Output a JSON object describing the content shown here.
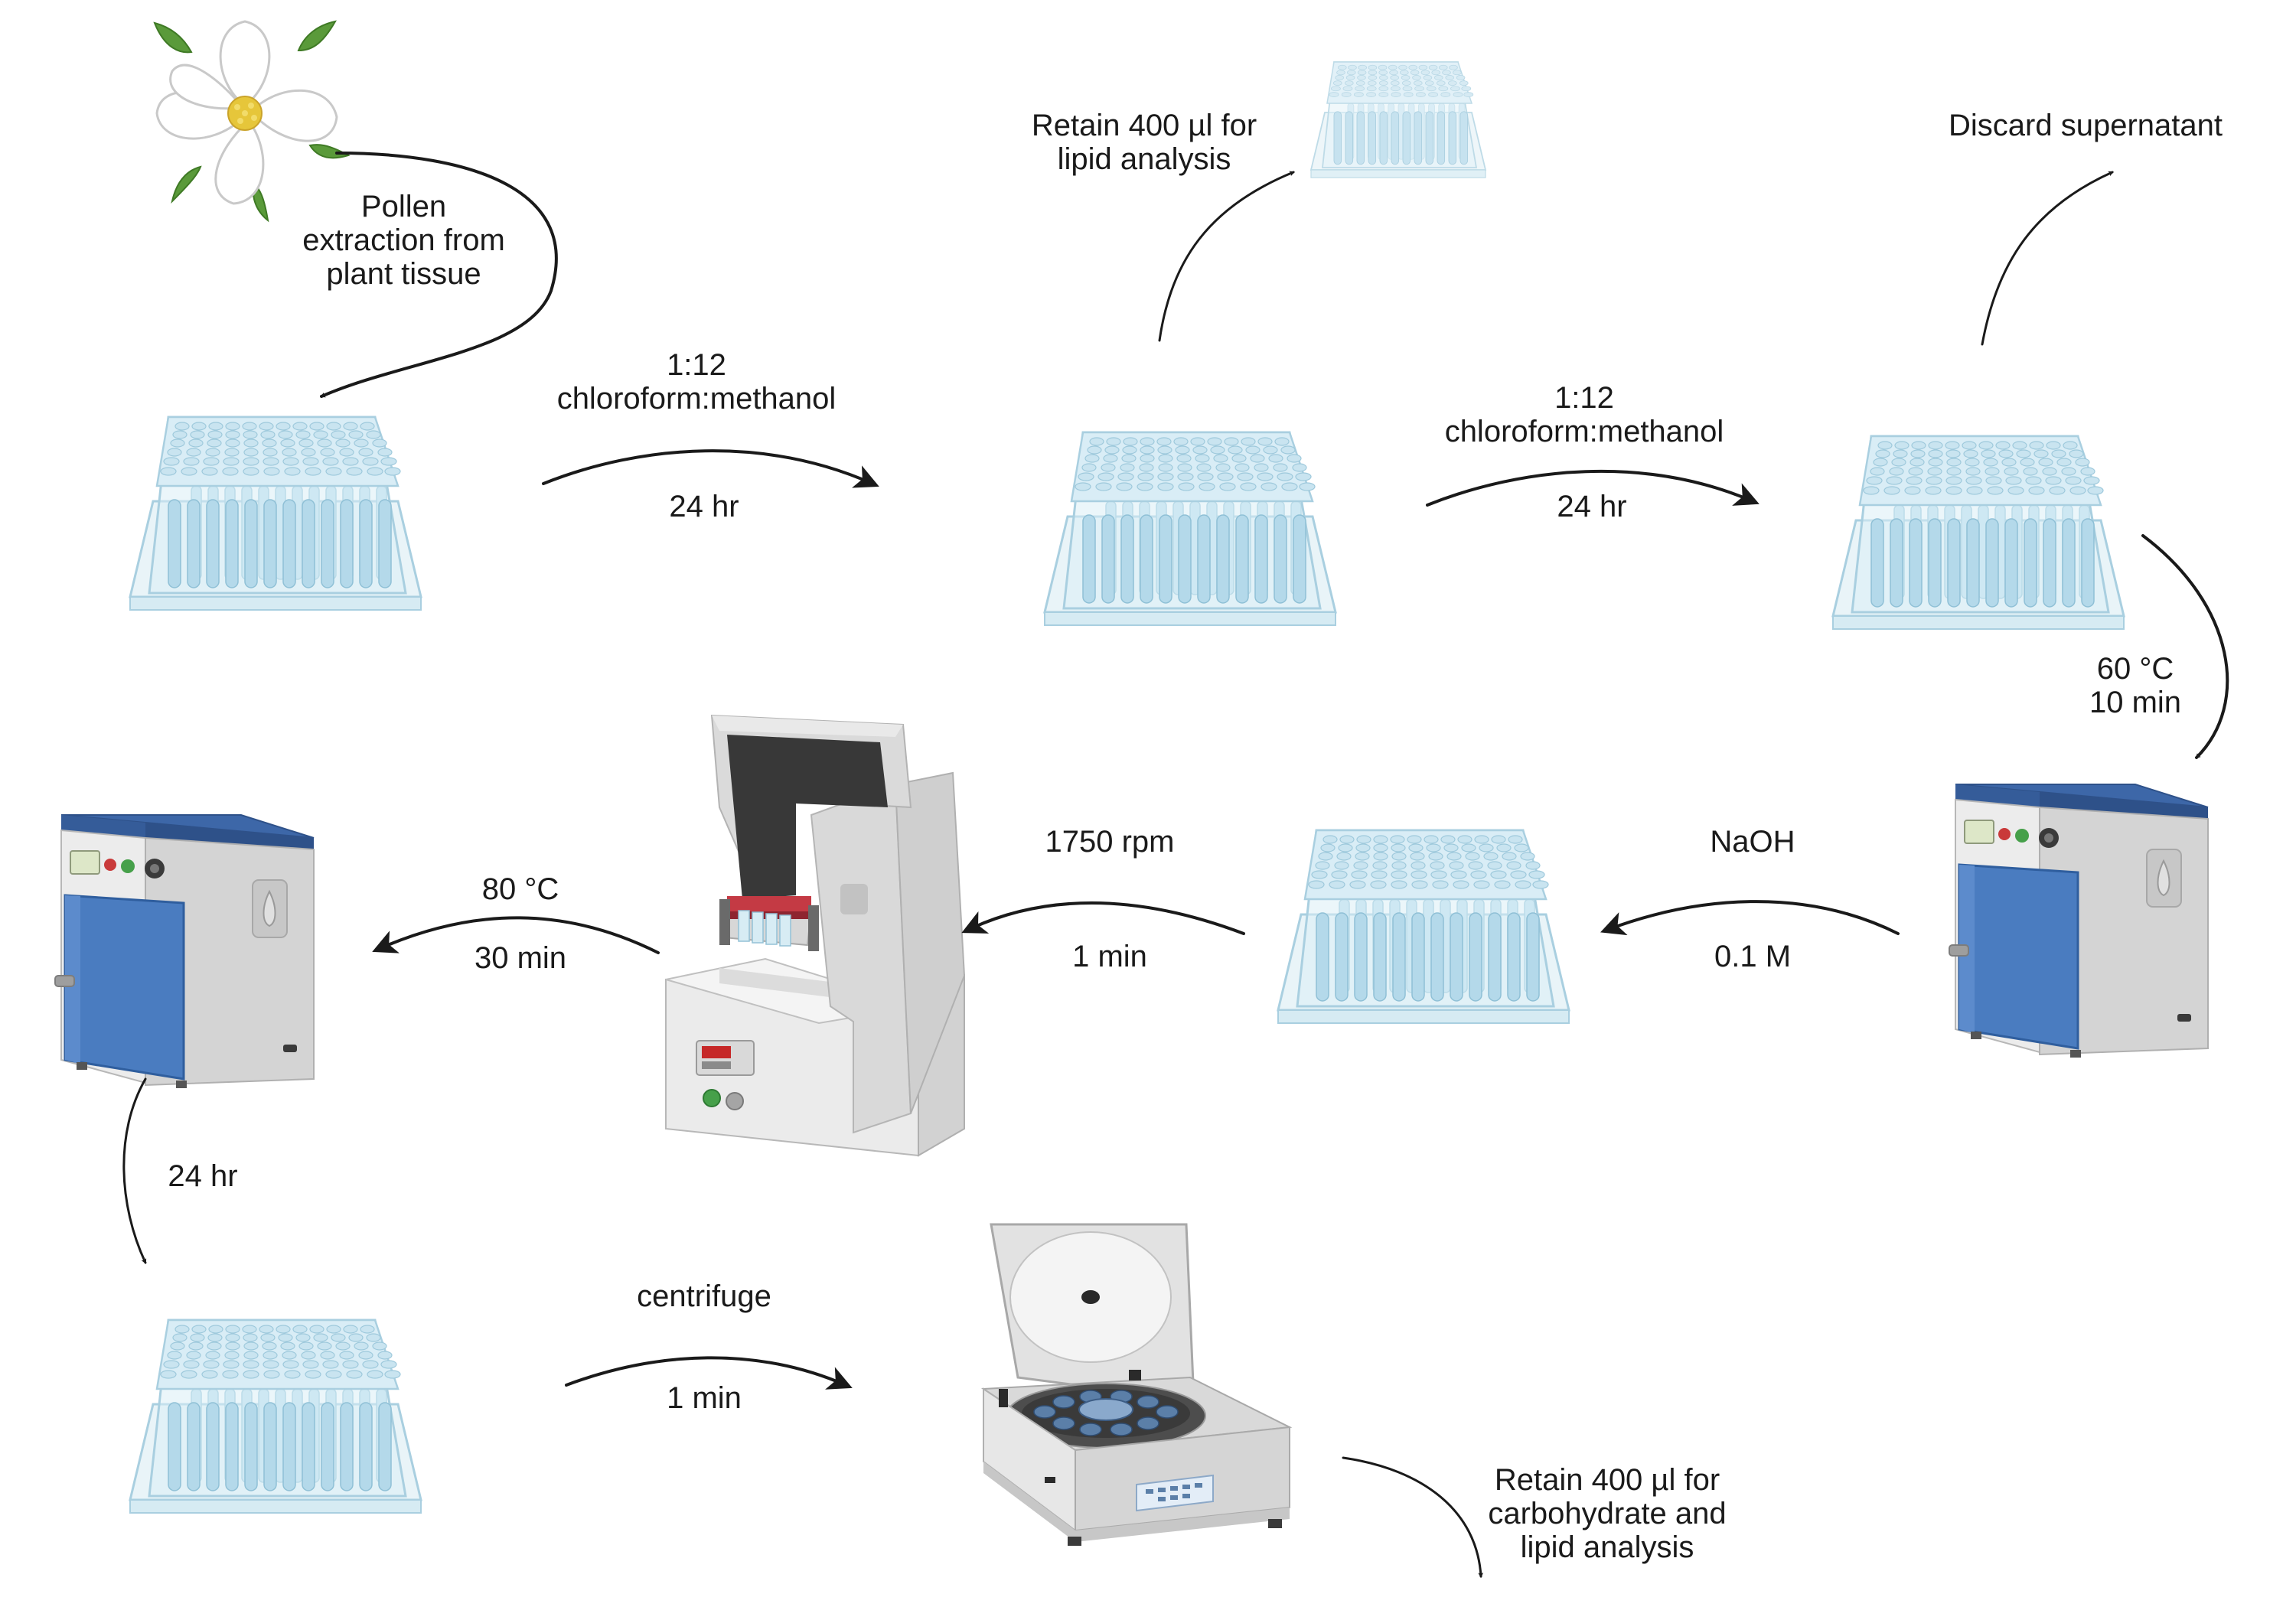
{
  "labels": {
    "pollen_extraction": [
      "Pollen",
      "extraction from",
      "plant tissue"
    ],
    "step1_solvent": [
      "1:12",
      "chloroform:methanol"
    ],
    "step1_time": "24 hr",
    "retain_lipid": [
      "Retain 400 µl for",
      "lipid analysis"
    ],
    "step2_solvent": [
      "1:12",
      "chloroform:methanol"
    ],
    "step2_time": "24 hr",
    "discard": "Discard supernatant",
    "dry_temp": "60 °C",
    "dry_time": "10 min",
    "naoh_reagent": "NaOH",
    "naoh_conc": "0.1 M",
    "shake_speed": "1750 rpm",
    "shake_time": "1 min",
    "heat_temp": "80 °C",
    "heat_time": "30 min",
    "incubate_time": "24 hr",
    "centrifuge": "centrifuge",
    "centrifuge_time": "1 min",
    "retain_final": [
      "Retain 400 µl for",
      "carbohydrate and",
      "lipid analysis"
    ]
  },
  "icons": [
    "flower-icon",
    "well-plate-icon",
    "oven-icon",
    "plate-shaker-icon",
    "centrifuge-icon"
  ],
  "colors": {
    "arrow": "#1a1a1a",
    "plate_blue": "#bfe0ef",
    "oven_blue": "#4a7cc0",
    "oven_top": "#3d67a8",
    "shaker_red": "#c43a44",
    "flower_center": "#e6c63a",
    "leaf": "#5a9a3a"
  }
}
